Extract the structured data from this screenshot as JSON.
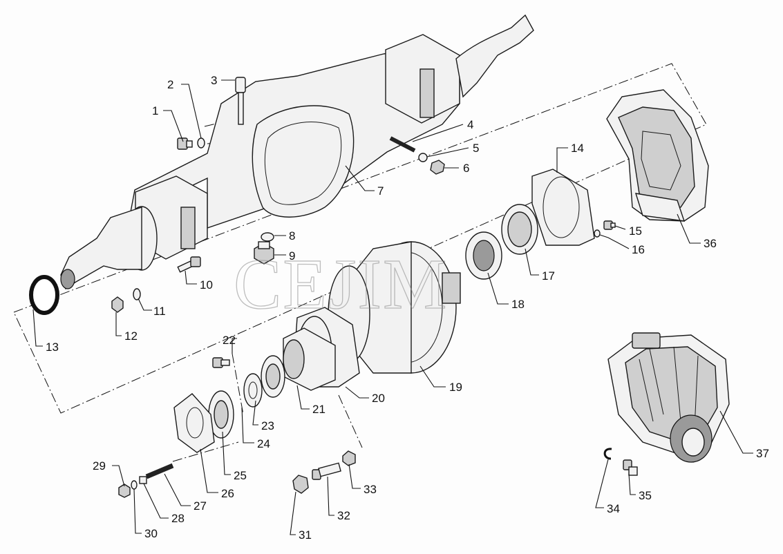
{
  "watermark": "CEJIM",
  "callouts": [
    {
      "id": "1",
      "label": "1"
    },
    {
      "id": "2",
      "label": "2"
    },
    {
      "id": "3",
      "label": "3"
    },
    {
      "id": "4",
      "label": "4"
    },
    {
      "id": "5",
      "label": "5"
    },
    {
      "id": "6",
      "label": "6"
    },
    {
      "id": "7",
      "label": "7"
    },
    {
      "id": "8",
      "label": "8"
    },
    {
      "id": "9",
      "label": "9"
    },
    {
      "id": "10",
      "label": "10"
    },
    {
      "id": "11",
      "label": "11"
    },
    {
      "id": "12",
      "label": "12"
    },
    {
      "id": "13",
      "label": "13"
    },
    {
      "id": "14",
      "label": "14"
    },
    {
      "id": "15",
      "label": "15"
    },
    {
      "id": "16",
      "label": "16"
    },
    {
      "id": "17",
      "label": "17"
    },
    {
      "id": "18",
      "label": "18"
    },
    {
      "id": "19",
      "label": "19"
    },
    {
      "id": "20",
      "label": "20"
    },
    {
      "id": "21",
      "label": "21"
    },
    {
      "id": "22",
      "label": "22"
    },
    {
      "id": "23",
      "label": "23"
    },
    {
      "id": "24",
      "label": "24"
    },
    {
      "id": "25",
      "label": "25"
    },
    {
      "id": "26",
      "label": "26"
    },
    {
      "id": "27",
      "label": "27"
    },
    {
      "id": "28",
      "label": "28"
    },
    {
      "id": "29",
      "label": "29"
    },
    {
      "id": "30",
      "label": "30"
    },
    {
      "id": "31",
      "label": "31"
    },
    {
      "id": "32",
      "label": "32"
    },
    {
      "id": "33",
      "label": "33"
    },
    {
      "id": "34",
      "label": "34"
    },
    {
      "id": "35",
      "label": "35"
    },
    {
      "id": "36",
      "label": "36"
    },
    {
      "id": "37",
      "label": "37"
    }
  ]
}
